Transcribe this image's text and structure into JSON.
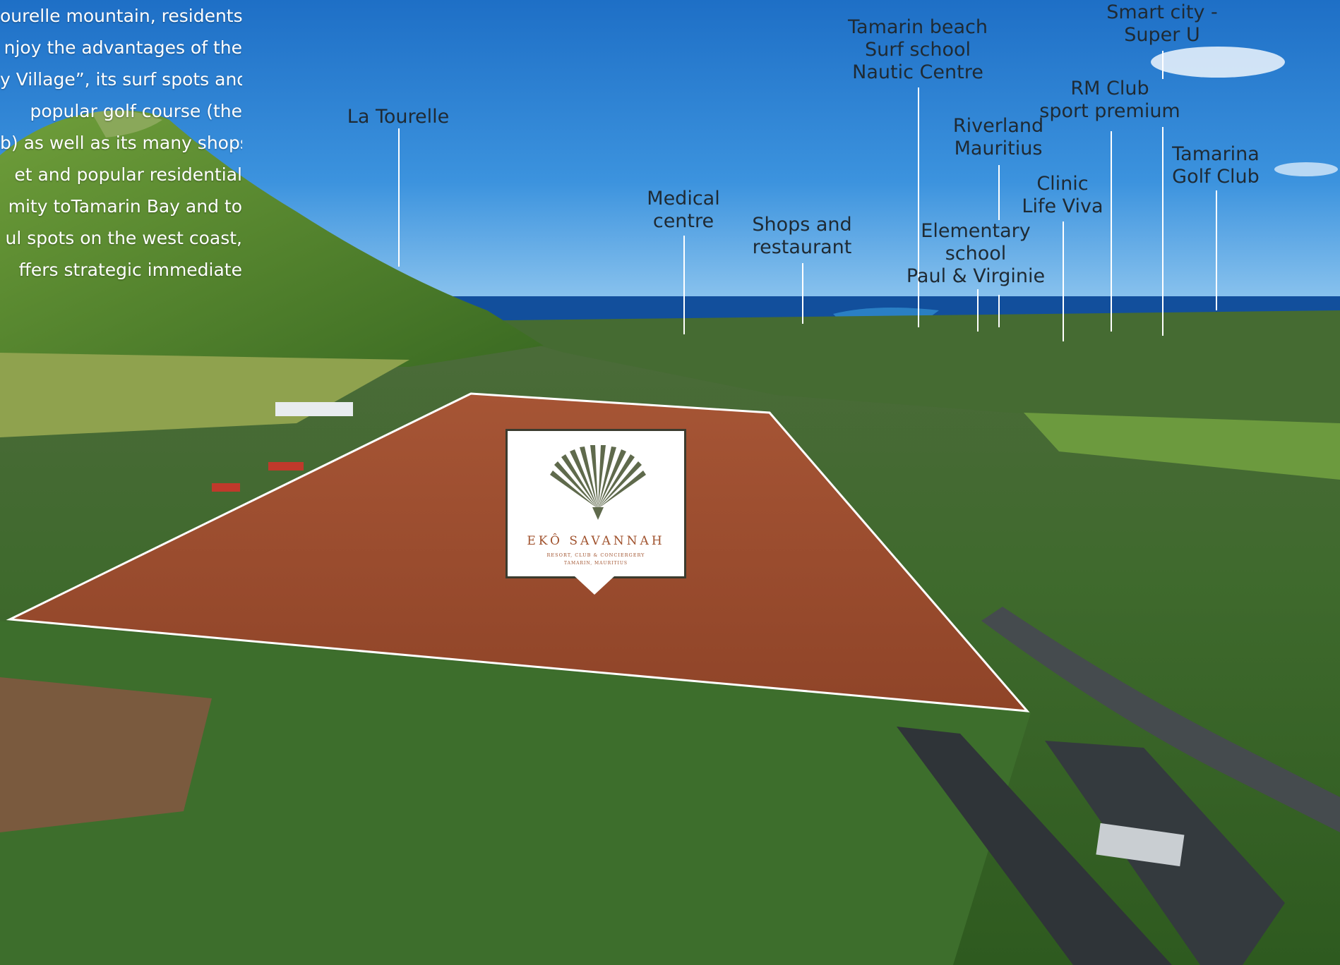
{
  "intro_lines": [
    "ourelle mountain, residents",
    "njoy the advantages of the",
    "y Village”, its surf spots and",
    "popular golf course (the",
    "b) as well as its many shops.",
    "et and popular residential",
    "mity toTamarin Bay and to",
    "ul spots on the west coast,",
    "ffers strategic immediate"
  ],
  "labels": {
    "la_tourelle": [
      "La Tourelle"
    ],
    "medical": [
      "Medical",
      "centre"
    ],
    "shops": [
      "Shops and",
      "restaurant"
    ],
    "tamarin_beach": [
      "Tamarin beach",
      "Surf school",
      "Nautic Centre"
    ],
    "riverland": [
      "Riverland",
      "Mauritius"
    ],
    "elementary": [
      "Elementary",
      "school",
      "Paul & Virginie"
    ],
    "clinic": [
      "Clinic",
      "Life Viva"
    ],
    "rm_club": [
      "RM Club",
      "sport premium"
    ],
    "smart_city": [
      "Smart city -",
      "Super U"
    ],
    "tamarina_golf": [
      "Tamarina",
      "Golf Club"
    ]
  },
  "logo": {
    "name": "EKÔ SAVANNAH",
    "subtitle": "RESORT, CLUB & CONCIERGERY",
    "location": "TAMARIN, MAURITIUS"
  },
  "colors": {
    "sky": "#2f86d8",
    "sea": "#124f9c",
    "plot": "#9a4a2c",
    "label_text": "#1f2a33",
    "logo_leaf": "#5f6a4c",
    "logo_text": "#a0522d"
  }
}
